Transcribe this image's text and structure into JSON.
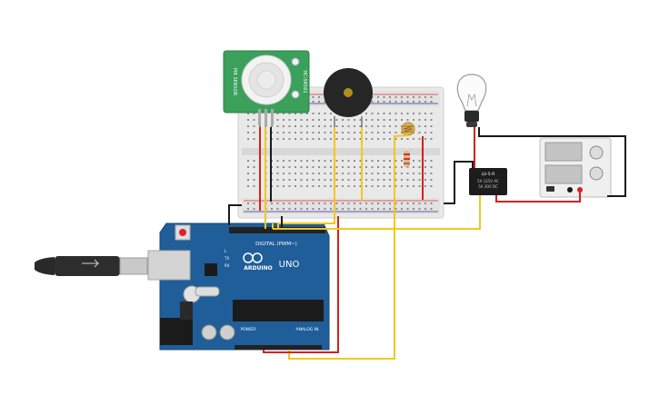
{
  "colors": {
    "wire_black": "#1a1a1a",
    "wire_red": "#d62020",
    "wire_yellow": "#f2c81e",
    "arduino_blue": "#1f5e98",
    "pir_green": "#3aa05a",
    "breadboard": "#e8e8e8",
    "psu_body": "#eeeeee"
  },
  "arduino": {
    "brand_text": "ARDUINO",
    "model_text": "UNO",
    "digital_header_label": "DIGITAL (PWM~)",
    "power_label": "POWER",
    "analog_label": "ANALOG IN",
    "pin_label_tx": "TX",
    "pin_label_rx": "RX",
    "pin_label_l": "L"
  },
  "pir": {
    "side_text_left": "PIR SENSOR",
    "side_text_right": "HC-SR501"
  },
  "relay": {
    "label": "LU-5-R",
    "spec_line1": "5A 125V AC",
    "spec_line2": "5A 30V DC"
  }
}
